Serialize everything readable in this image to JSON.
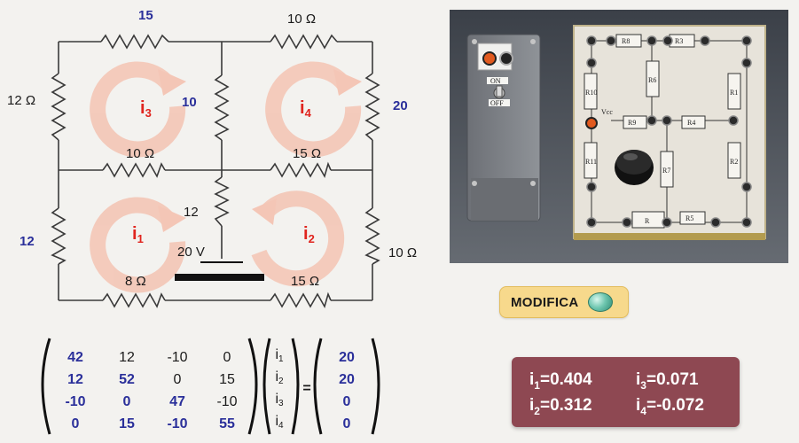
{
  "circuit": {
    "labels": {
      "top_left_resistor": "15",
      "top_right_resistor": "10 Ω",
      "left_top_resistor": "12 Ω",
      "mid_vertical_resistor": "10",
      "right_top_resistor": "20",
      "mid_left_resistor": "10 Ω",
      "mid_right_resistor": "15 Ω",
      "center_lower_resistor": "12",
      "left_bottom_resistor": "12",
      "right_bottom_resistor": "10 Ω",
      "bottom_left_resistor": "8 Ω",
      "bottom_right_resistor": "15 Ω",
      "source": "20 V"
    },
    "loops": [
      {
        "name": "i",
        "sub": "3"
      },
      {
        "name": "i",
        "sub": "4"
      },
      {
        "name": "i",
        "sub": "1"
      },
      {
        "name": "i",
        "sub": "2"
      }
    ]
  },
  "photo": {
    "switch_on": "ON",
    "switch_off": "OFF",
    "resistor_labels": [
      "R8",
      "R3",
      "R6",
      "R1",
      "R10",
      "R9",
      "R4",
      "R11",
      "R7",
      "R2",
      "R",
      "R5"
    ],
    "vcc": "Vcc"
  },
  "modify_button": {
    "label": "MODIFICA"
  },
  "results": {
    "i1": {
      "name": "i",
      "sub": "1",
      "value": "=0.404"
    },
    "i3": {
      "name": "i",
      "sub": "3",
      "value": "=0.071"
    },
    "i2": {
      "name": "i",
      "sub": "2",
      "value": "=0.312"
    },
    "i4": {
      "name": "i",
      "sub": "4",
      "value": "=-0.072"
    }
  },
  "matrix": {
    "rows": [
      [
        "42",
        "12",
        "-10",
        "0"
      ],
      [
        "12",
        "52",
        "0",
        "15"
      ],
      [
        "-10",
        "0",
        "47",
        "-10"
      ],
      [
        "0",
        "15",
        "-10",
        "55"
      ]
    ],
    "unknowns": [
      {
        "name": "i",
        "sub": "1"
      },
      {
        "name": "i",
        "sub": "2"
      },
      {
        "name": "i",
        "sub": "3"
      },
      {
        "name": "i",
        "sub": "4"
      }
    ],
    "equals": "=",
    "rhs": [
      "20",
      "20",
      "0",
      "0"
    ]
  }
}
